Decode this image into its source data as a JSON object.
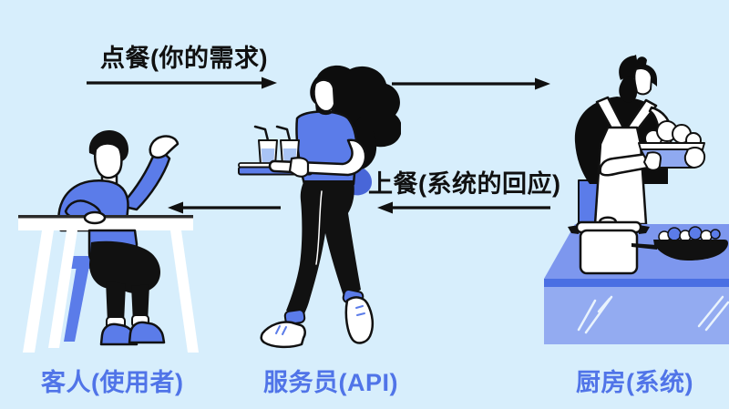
{
  "background_color": "#d7eefc",
  "palette": {
    "primary_blue": "#5b7ce9",
    "label_blue": "#5074e8",
    "drink_blue": "#a9c4f5",
    "counter_top": "#7d97ee",
    "counter_edge": "#4a6fe3",
    "counter_front": "#93abf1",
    "ink": "#101010",
    "white": "#ffffff"
  },
  "flows": {
    "request": {
      "label": "点餐(你的需求)",
      "direction": "right"
    },
    "response": {
      "label": "上餐(系统的回应)",
      "direction": "left"
    }
  },
  "actors": {
    "customer": {
      "label": "客人(使用者)"
    },
    "waiter": {
      "label": "服务员(API)"
    },
    "kitchen": {
      "label": "厨房(系统)"
    }
  }
}
